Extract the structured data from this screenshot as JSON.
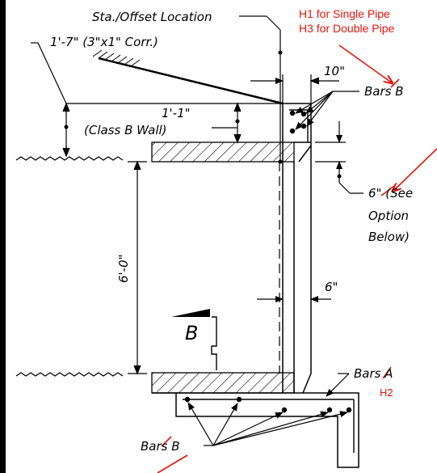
{
  "labels": {
    "sta_offset": "Sta./Offset Location",
    "corr": "1'-7\" (3\"x1\" Corr.)",
    "dim_10in": "10\"",
    "bars_top": "Bars B",
    "dim_1_1": "1'-1\"",
    "class_b": "(Class B Wall)",
    "dim_6in_see_1": "6\" (See",
    "dim_6in_see_2": "Option",
    "dim_6in_see_3": "Below)",
    "dim_6_0": "6'-0\"",
    "dim_6in_wall": "6\"",
    "section_b": "B",
    "bars_a": "Bars A",
    "bars_bottom": "Bars B"
  },
  "annotations": {
    "h1": "H1 for Single Pipe",
    "h3": "H3 for Double Pipe",
    "h2": "H2"
  },
  "colors": {
    "ink": "#000000",
    "markup": "#e8140c"
  }
}
